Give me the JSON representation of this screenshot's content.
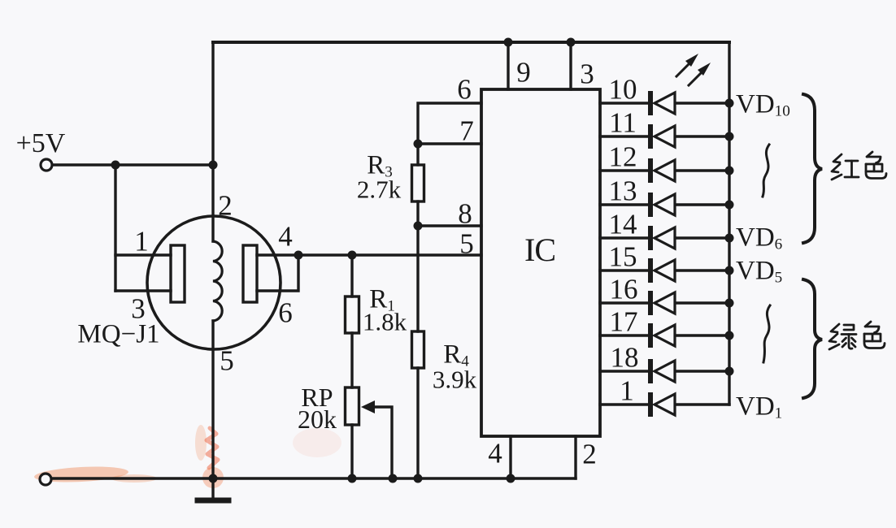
{
  "colors": {
    "ink": "#1b1b1b",
    "paper": "#f8f8fa",
    "highlighter": "#ef8a58"
  },
  "power": {
    "supply_label": "+5V"
  },
  "sensor": {
    "name": "MQ−J1",
    "pin_top": "2",
    "pin_left_top": "1",
    "pin_left_bottom": "3",
    "pin_right_top": "4",
    "pin_right_bottom": "6",
    "pin_bottom": "5"
  },
  "resistors": {
    "r3": {
      "ref": "R",
      "sub": "3",
      "value": "2.7k"
    },
    "r1": {
      "ref": "R",
      "sub": "1",
      "value": "1.8k"
    },
    "r4": {
      "ref": "R",
      "sub": "4",
      "value": "3.9k"
    },
    "rp": {
      "ref": "RP",
      "value": "20k"
    }
  },
  "ic": {
    "label": "IC",
    "top_pins": [
      "9",
      "3"
    ],
    "left_pins": [
      "6",
      "7",
      "8",
      "5"
    ],
    "bottom_pins": [
      "4",
      "2"
    ],
    "right_pins": [
      "10",
      "11",
      "12",
      "13",
      "14",
      "15",
      "16",
      "17",
      "18",
      "1"
    ]
  },
  "diodes": {
    "vd10": {
      "ref": "VD",
      "sub": "10"
    },
    "vd6": {
      "ref": "VD",
      "sub": "6"
    },
    "vd5": {
      "ref": "VD",
      "sub": "5"
    },
    "vd1": {
      "ref": "VD",
      "sub": "1"
    }
  },
  "groups": {
    "red": {
      "label": "红色"
    },
    "green": {
      "label": "绿色"
    }
  }
}
